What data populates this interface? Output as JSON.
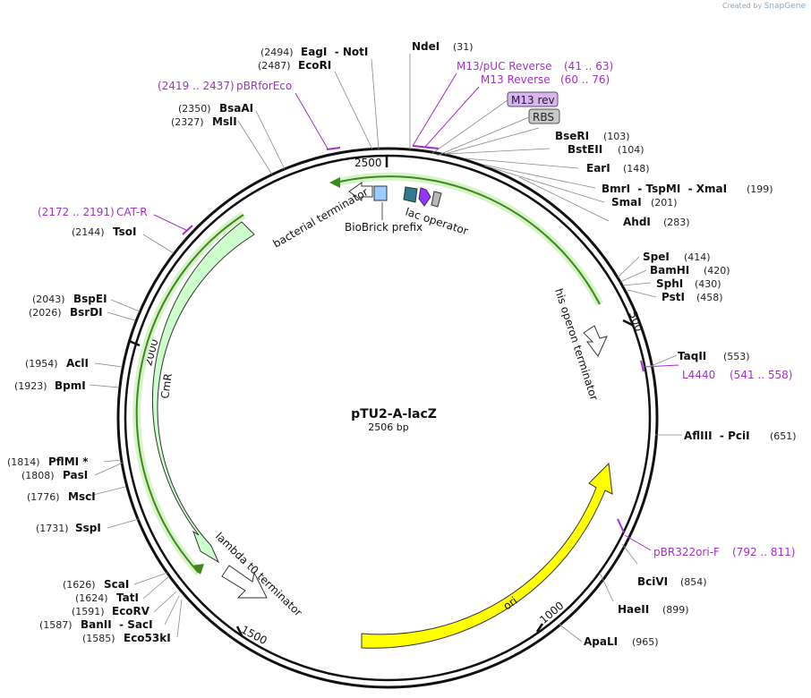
{
  "credit": {
    "prefix": "Created by",
    "brand": "SnapGene"
  },
  "map": {
    "name": "pTU2-A-lacZ",
    "length_label": "2506 bp",
    "length": 2506
  },
  "ticks": [
    "500",
    "1000",
    "1500",
    "2000",
    "2500"
  ],
  "enzymes": [
    {
      "name": "NdeI",
      "pos": "(31)"
    },
    {
      "name": "BseRI",
      "pos": "(103)"
    },
    {
      "name": "BstEII",
      "pos": "(104)"
    },
    {
      "name": "EarI",
      "pos": "(148)"
    },
    {
      "name": "BmrI  - TspMI  - XmaI",
      "pos": "(199)"
    },
    {
      "name": "SmaI",
      "pos": "(201)"
    },
    {
      "name": "AhdI",
      "pos": "(283)"
    },
    {
      "name": "SpeI",
      "pos": "(414)"
    },
    {
      "name": "BamHI",
      "pos": "(420)"
    },
    {
      "name": "SphI",
      "pos": "(430)"
    },
    {
      "name": "PstI",
      "pos": "(458)"
    },
    {
      "name": "TaqII",
      "pos": "(553)"
    },
    {
      "name": "AflIII  - PciI",
      "pos": "(651)"
    },
    {
      "name": "BciVI",
      "pos": "(854)"
    },
    {
      "name": "HaeII",
      "pos": "(899)"
    },
    {
      "name": "ApaLI",
      "pos": "(965)"
    },
    {
      "name": "EagI  - NotI",
      "pos": "(2494)"
    },
    {
      "name": "EcoRI",
      "pos": "(2487)"
    },
    {
      "name": "BsaAI",
      "pos": "(2350)"
    },
    {
      "name": "MslI",
      "pos": "(2327)"
    },
    {
      "name": "TsoI",
      "pos": "(2144)"
    },
    {
      "name": "BspEI",
      "pos": "(2043)"
    },
    {
      "name": "BsrDI",
      "pos": "(2026)"
    },
    {
      "name": "AclI",
      "pos": "(1954)"
    },
    {
      "name": "BpmI",
      "pos": "(1923)"
    },
    {
      "name": "PflMI *",
      "pos": "(1814)"
    },
    {
      "name": "PasI",
      "pos": "(1808)"
    },
    {
      "name": "MscI",
      "pos": "(1776)"
    },
    {
      "name": "SspI",
      "pos": "(1731)"
    },
    {
      "name": "ScaI",
      "pos": "(1626)"
    },
    {
      "name": "TatI",
      "pos": "(1624)"
    },
    {
      "name": "EcoRV",
      "pos": "(1591)"
    },
    {
      "name": "BanII  - SacI",
      "pos": "(1587)"
    },
    {
      "name": "Eco53kI",
      "pos": "(1585)"
    }
  ],
  "primers": [
    {
      "name": "M13/pUC Reverse",
      "range": "(41 .. 63)"
    },
    {
      "name": "M13 Reverse",
      "range": "(60 .. 76)"
    },
    {
      "name": "L4440",
      "range": "(541 .. 558)"
    },
    {
      "name": "pBR322ori-F",
      "range": "(792 .. 811)"
    },
    {
      "name": "pBRforEco",
      "range": "(2419 .. 2437)"
    },
    {
      "name": "CAT-R",
      "range": "(2172 .. 2191)"
    }
  ],
  "boxed_features": [
    "M13 rev",
    "RBS"
  ],
  "features": [
    {
      "name": "his operon terminator"
    },
    {
      "name": "ori"
    },
    {
      "name": "lambda t0 terminator"
    },
    {
      "name": "CmR"
    },
    {
      "name": "bacterial terminator"
    },
    {
      "name": "BioBrick prefix"
    },
    {
      "name": "lac operator"
    }
  ],
  "colors": {
    "primer": "#a030c8",
    "ori": "#ffff00",
    "cmr": "#ccffcc",
    "lacz_line": "#3a8a1e",
    "backbone": "#111111"
  }
}
